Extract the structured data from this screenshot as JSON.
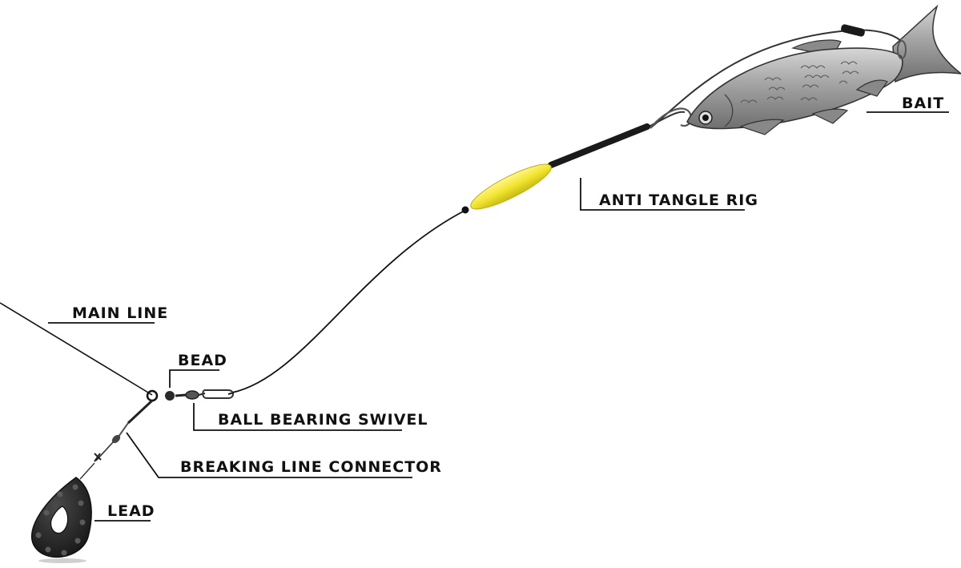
{
  "labels": {
    "bait": "BAIT",
    "anti_tangle_rig": "ANTI TANGLE RIG",
    "main_line": "MAIN LINE",
    "bead": "BEAD",
    "ball_bearing_swivel": "BALL BEARING SWIVEL",
    "breaking_line_connector": "BREAKING LINE CONNECTOR",
    "lead": "LEAD"
  },
  "colors": {
    "float_yellow": "#f2e531",
    "tube_black": "#1a1a1a",
    "lead_black": "#222222",
    "fish_grey": "#9c9c9c",
    "line": "#111111"
  }
}
